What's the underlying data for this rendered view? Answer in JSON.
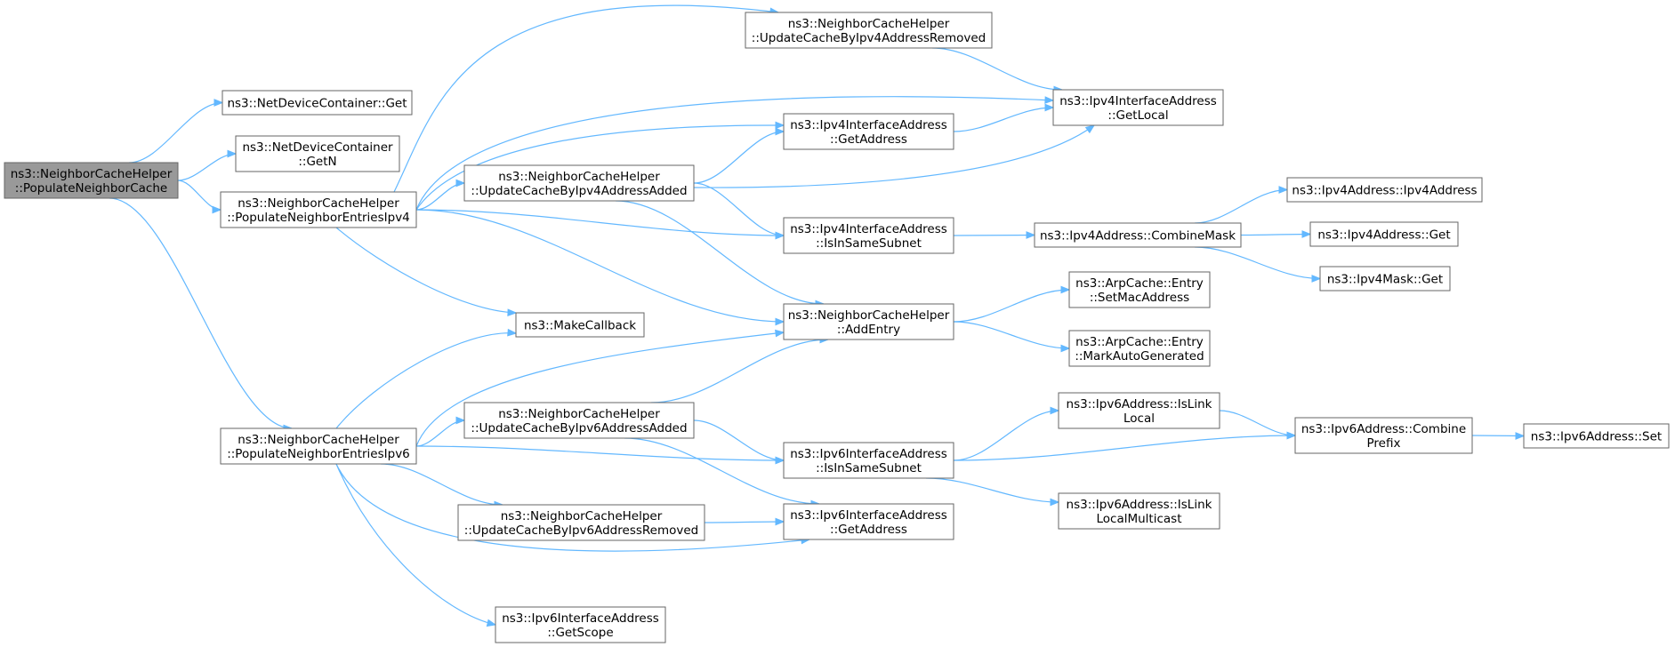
{
  "nodes": {
    "populate_neighbor_cache": {
      "lines": [
        "ns3::NeighborCacheHelper",
        "::PopulateNeighborCache"
      ],
      "root": true
    },
    "netdevicecontainer_get": {
      "lines": [
        "ns3::NetDeviceContainer::Get"
      ]
    },
    "netdevicecontainer_getn": {
      "lines": [
        "ns3::NetDeviceContainer",
        "::GetN"
      ]
    },
    "populate_entries_ipv4": {
      "lines": [
        "ns3::NeighborCacheHelper",
        "::PopulateNeighborEntriesIpv4"
      ]
    },
    "populate_entries_ipv6": {
      "lines": [
        "ns3::NeighborCacheHelper",
        "::PopulateNeighborEntriesIpv6"
      ]
    },
    "update_ipv4_removed": {
      "lines": [
        "ns3::NeighborCacheHelper",
        "::UpdateCacheByIpv4AddressRemoved"
      ]
    },
    "update_ipv4_added": {
      "lines": [
        "ns3::NeighborCacheHelper",
        "::UpdateCacheByIpv4AddressAdded"
      ]
    },
    "make_callback": {
      "lines": [
        "ns3::MakeCallback"
      ]
    },
    "update_ipv6_added": {
      "lines": [
        "ns3::NeighborCacheHelper",
        "::UpdateCacheByIpv6AddressAdded"
      ]
    },
    "update_ipv6_removed": {
      "lines": [
        "ns3::NeighborCacheHelper",
        "::UpdateCacheByIpv6AddressRemoved"
      ]
    },
    "ipv6if_getscope": {
      "lines": [
        "ns3::Ipv6InterfaceAddress",
        "::GetScope"
      ]
    },
    "ipv4if_getaddress": {
      "lines": [
        "ns3::Ipv4InterfaceAddress",
        "::GetAddress"
      ]
    },
    "ipv4if_isinsamesubnet": {
      "lines": [
        "ns3::Ipv4InterfaceAddress",
        "::IsInSameSubnet"
      ]
    },
    "add_entry": {
      "lines": [
        "ns3::NeighborCacheHelper",
        "::AddEntry"
      ]
    },
    "ipv6if_isinsamesubnet": {
      "lines": [
        "ns3::Ipv6InterfaceAddress",
        "::IsInSameSubnet"
      ]
    },
    "ipv6if_getaddress": {
      "lines": [
        "ns3::Ipv6InterfaceAddress",
        "::GetAddress"
      ]
    },
    "ipv4if_getlocal": {
      "lines": [
        "ns3::Ipv4InterfaceAddress",
        "::GetLocal"
      ]
    },
    "ipv4addr_combinemask": {
      "lines": [
        "ns3::Ipv4Address::CombineMask"
      ]
    },
    "arp_setmac": {
      "lines": [
        "ns3::ArpCache::Entry",
        "::SetMacAddress"
      ]
    },
    "arp_markauto": {
      "lines": [
        "ns3::ArpCache::Entry",
        "::MarkAutoGenerated"
      ]
    },
    "ipv6addr_islinklocal": {
      "lines": [
        "ns3::Ipv6Address::IsLink",
        "Local"
      ]
    },
    "ipv6addr_islinklocalmulticast": {
      "lines": [
        "ns3::Ipv6Address::IsLink",
        "LocalMulticast"
      ]
    },
    "ipv4addr_ctor": {
      "lines": [
        "ns3::Ipv4Address::Ipv4Address"
      ]
    },
    "ipv4addr_get": {
      "lines": [
        "ns3::Ipv4Address::Get"
      ]
    },
    "ipv4mask_get": {
      "lines": [
        "ns3::Ipv4Mask::Get"
      ]
    },
    "ipv6addr_combineprefix": {
      "lines": [
        "ns3::Ipv6Address::Combine",
        "Prefix"
      ]
    },
    "ipv6addr_set": {
      "lines": [
        "ns3::Ipv6Address::Set"
      ]
    }
  },
  "edges": [
    [
      "populate_neighbor_cache",
      "netdevicecontainer_get"
    ],
    [
      "populate_neighbor_cache",
      "netdevicecontainer_getn"
    ],
    [
      "populate_neighbor_cache",
      "populate_entries_ipv4"
    ],
    [
      "populate_neighbor_cache",
      "populate_entries_ipv6"
    ],
    [
      "populate_entries_ipv4",
      "update_ipv4_removed"
    ],
    [
      "populate_entries_ipv4",
      "ipv4if_getlocal"
    ],
    [
      "populate_entries_ipv4",
      "ipv4if_getaddress"
    ],
    [
      "populate_entries_ipv4",
      "update_ipv4_added"
    ],
    [
      "populate_entries_ipv4",
      "ipv4if_isinsamesubnet"
    ],
    [
      "populate_entries_ipv4",
      "add_entry"
    ],
    [
      "populate_entries_ipv4",
      "make_callback"
    ],
    [
      "update_ipv4_removed",
      "ipv4if_getlocal"
    ],
    [
      "update_ipv4_added",
      "ipv4if_getaddress"
    ],
    [
      "update_ipv4_added",
      "ipv4if_getlocal"
    ],
    [
      "update_ipv4_added",
      "ipv4if_isinsamesubnet"
    ],
    [
      "update_ipv4_added",
      "add_entry"
    ],
    [
      "ipv4if_getaddress",
      "ipv4if_getlocal"
    ],
    [
      "ipv4if_isinsamesubnet",
      "ipv4addr_combinemask"
    ],
    [
      "ipv4addr_combinemask",
      "ipv4addr_ctor"
    ],
    [
      "ipv4addr_combinemask",
      "ipv4addr_get"
    ],
    [
      "ipv4addr_combinemask",
      "ipv4mask_get"
    ],
    [
      "add_entry",
      "arp_setmac"
    ],
    [
      "add_entry",
      "arp_markauto"
    ],
    [
      "populate_entries_ipv6",
      "make_callback"
    ],
    [
      "populate_entries_ipv6",
      "add_entry"
    ],
    [
      "populate_entries_ipv6",
      "update_ipv6_added"
    ],
    [
      "populate_entries_ipv6",
      "ipv6if_isinsamesubnet"
    ],
    [
      "populate_entries_ipv6",
      "update_ipv6_removed"
    ],
    [
      "populate_entries_ipv6",
      "ipv6if_getaddress"
    ],
    [
      "populate_entries_ipv6",
      "ipv6if_getscope"
    ],
    [
      "update_ipv6_added",
      "add_entry"
    ],
    [
      "update_ipv6_added",
      "ipv6if_isinsamesubnet"
    ],
    [
      "update_ipv6_added",
      "ipv6if_getaddress"
    ],
    [
      "update_ipv6_removed",
      "ipv6if_getaddress"
    ],
    [
      "ipv6if_isinsamesubnet",
      "ipv6addr_islinklocal"
    ],
    [
      "ipv6if_isinsamesubnet",
      "ipv6addr_combineprefix"
    ],
    [
      "ipv6if_isinsamesubnet",
      "ipv6addr_islinklocalmulticast"
    ],
    [
      "ipv6addr_islinklocal",
      "ipv6addr_combineprefix"
    ],
    [
      "ipv6addr_combineprefix",
      "ipv6addr_set"
    ]
  ],
  "colors": {
    "edge": "#63b8ff",
    "node_border": "#666666",
    "root_fill": "#999999",
    "node_fill": "#ffffff"
  }
}
